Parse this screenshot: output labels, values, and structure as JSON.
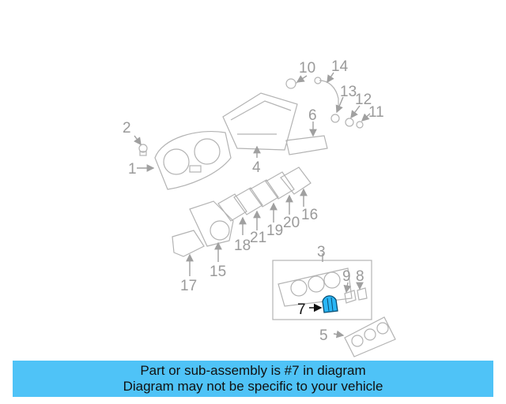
{
  "diagram": {
    "callouts": [
      "1",
      "2",
      "3",
      "4",
      "5",
      "6",
      "7",
      "8",
      "9",
      "10",
      "11",
      "12",
      "13",
      "14",
      "15",
      "16",
      "17",
      "18",
      "19",
      "20",
      "21"
    ],
    "highlighted": "7",
    "highlight_color": "#29b6f6"
  },
  "banner": {
    "line1": "Part or sub-assembly is #7 in diagram",
    "line2": "Diagram may not be specific to your vehicle",
    "background": "#4fc3f7"
  }
}
